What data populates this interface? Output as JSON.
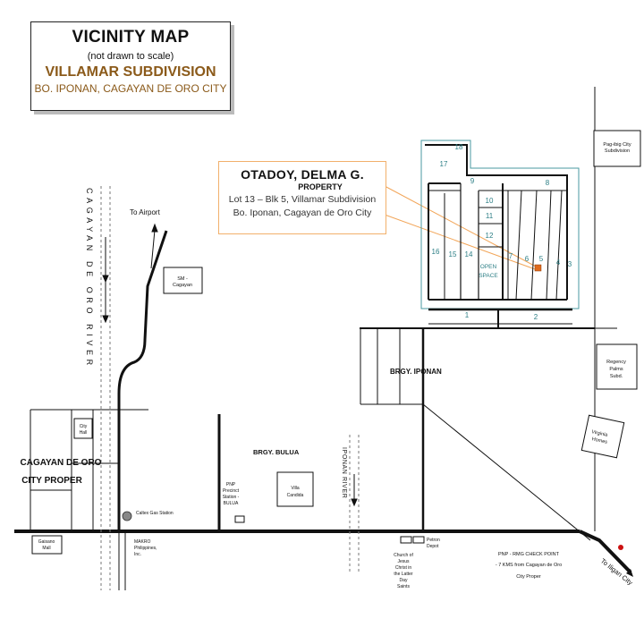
{
  "title": {
    "main": "VICINITY MAP",
    "sub": "(not drawn to scale)",
    "subdivision": "VILLAMAR SUBDIVISION",
    "location": "BO. IPONAN, CAGAYAN DE ORO CITY"
  },
  "property": {
    "owner": "OTADOY, DELMA G.",
    "type": "PROPERTY",
    "lot": "Lot 13 – Blk 5, Villamar Subdivision",
    "address": "Bo. Iponan, Cagayan de Oro City"
  },
  "lots": {
    "l1": "1",
    "l2": "2",
    "l3": "3",
    "l4": "4",
    "l5": "5",
    "l6": "6",
    "l7": "7",
    "l8": "8",
    "l9": "9",
    "l10": "10",
    "l11": "11",
    "l12": "12",
    "l14": "14",
    "l15": "15",
    "l16": "16",
    "l17": "17",
    "l18": "18",
    "open_space_1": "OPEN",
    "open_space_2": "SPACE"
  },
  "labels": {
    "pagibig_1": "Pag-ibig City",
    "pagibig_2": "Subdivision",
    "to_airport": "To Airport",
    "sm_1": "SM -",
    "sm_2": "Cagayan",
    "river_cdo": "CAGAYAN DE ORO RIVER",
    "regency_1": "Regency",
    "regency_2": "Palms",
    "regency_3": "Subd.",
    "brgy_iponan": "BRGY. IPONAN",
    "virginia_1": "Virginia",
    "virginia_2": "Homes",
    "city_hall_1": "City",
    "city_hall_2": "Hall",
    "cdo_proper_1": "CAGAYAN DE ORO",
    "cdo_proper_2": "CITY PROPER",
    "brgy_bulua": "BRGY. BULUA",
    "pnp_1": "PNP",
    "pnp_2": "Precinct",
    "pnp_3": "Station -",
    "pnp_4": "BULUA",
    "villa_1": "Villa",
    "villa_2": "Candida",
    "river_iponan": "IPONAN RIVER",
    "caltex": "Caltex Gas Station",
    "gaisano_1": "Gaisano",
    "gaisano_2": "Mall",
    "makro_1": "MAKRO",
    "makro_2": "Philippines,",
    "makro_3": "Inc.",
    "petron_1": "Petron",
    "petron_2": "Depot",
    "church_1": "Church of",
    "church_2": "Jesus",
    "church_3": "Christ in",
    "church_4": "the Latter",
    "church_5": "Day",
    "church_6": "Saints",
    "checkpoint_1": "PNP - RMG CHECK POINT",
    "checkpoint_2": "- 7 KMS from Cagayan de Oro",
    "checkpoint_3": "City Proper",
    "to_iligan": "To Iligan City"
  },
  "colors": {
    "lot_lines": "#4a9aa0",
    "lot_text": "#2d7f86",
    "leader": "#f2a65a",
    "marker": "#e06a1c",
    "red_dot": "#cc1111",
    "gas": "#888888"
  }
}
